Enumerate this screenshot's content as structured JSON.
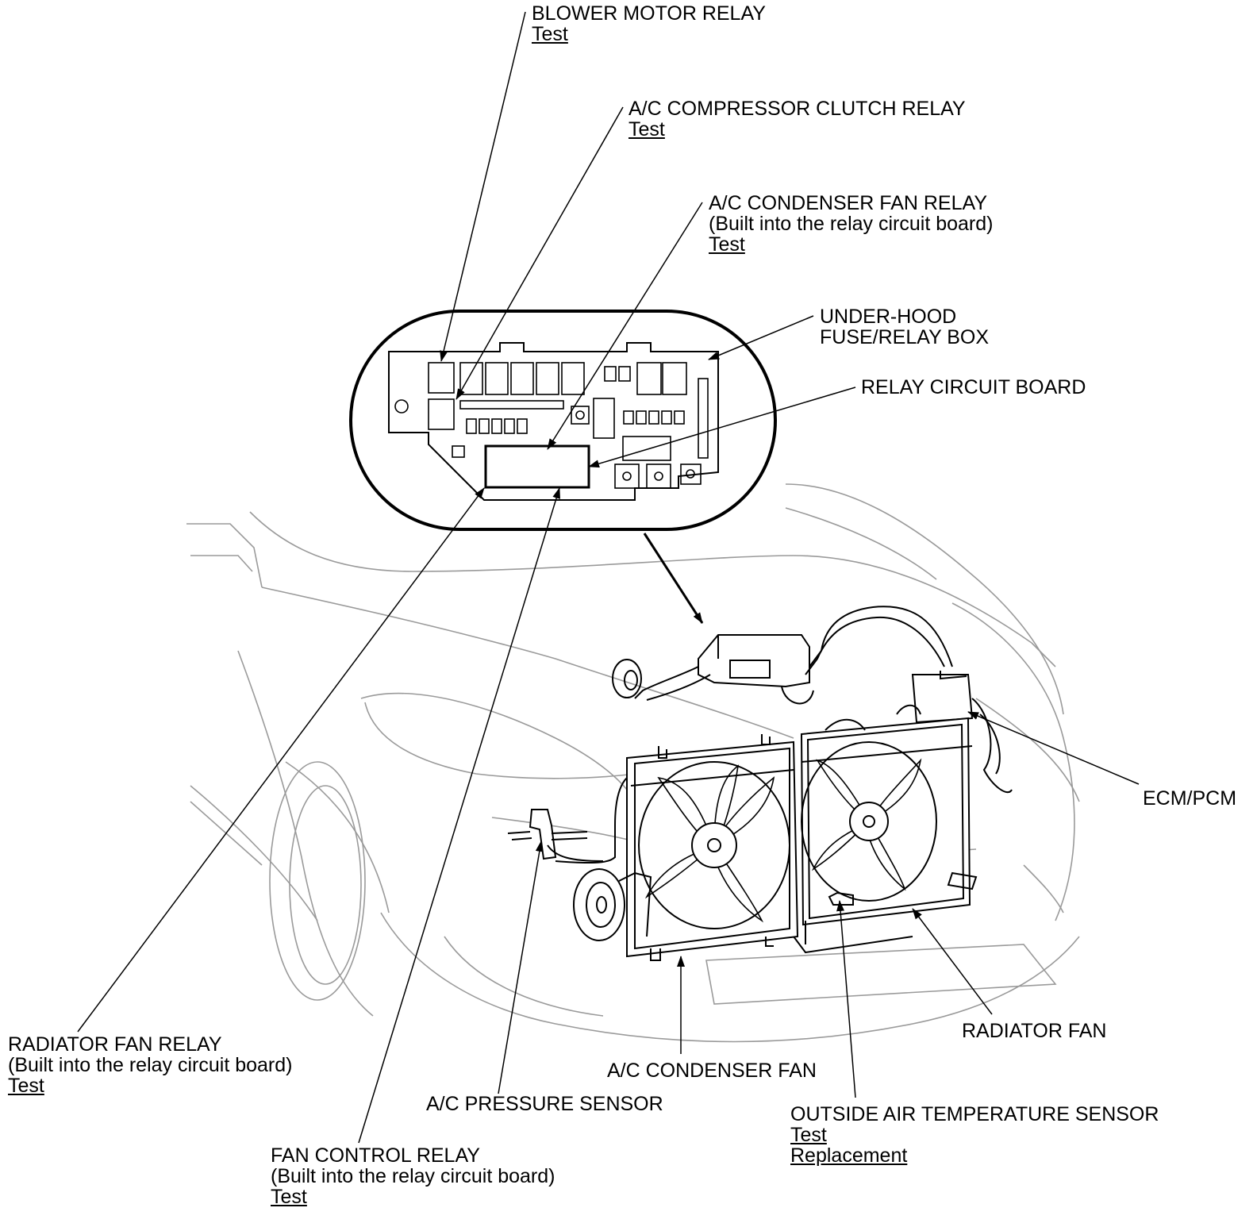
{
  "labels": {
    "blower_motor_relay": {
      "title": "BLOWER MOTOR RELAY",
      "link": "Test"
    },
    "ac_compressor_clutch_relay": {
      "title": "A/C COMPRESSOR CLUTCH RELAY",
      "link": "Test"
    },
    "ac_condenser_fan_relay": {
      "title": "A/C CONDENSER FAN RELAY",
      "note": "(Built into the relay circuit board)",
      "link": "Test"
    },
    "under_hood_box": {
      "line1": "UNDER-HOOD",
      "line2": "FUSE/RELAY BOX"
    },
    "relay_circuit_board": {
      "title": "RELAY CIRCUIT BOARD"
    },
    "ecm_pcm": {
      "title": "ECM/PCM"
    },
    "radiator_fan": {
      "title": "RADIATOR FAN"
    },
    "ac_condenser_fan": {
      "title": "A/C CONDENSER FAN"
    },
    "ac_pressure_sensor": {
      "title": "A/C PRESSURE SENSOR"
    },
    "outside_air_temp_sensor": {
      "title": "OUTSIDE AIR TEMPERATURE SENSOR",
      "link1": "Test",
      "link2": "Replacement"
    },
    "radiator_fan_relay": {
      "title": "RADIATOR FAN RELAY",
      "note": "(Built into the relay circuit board)",
      "link": "Test"
    },
    "fan_control_relay": {
      "title": "FAN CONTROL RELAY",
      "note": "(Built into the relay circuit board)",
      "link": "Test"
    }
  }
}
